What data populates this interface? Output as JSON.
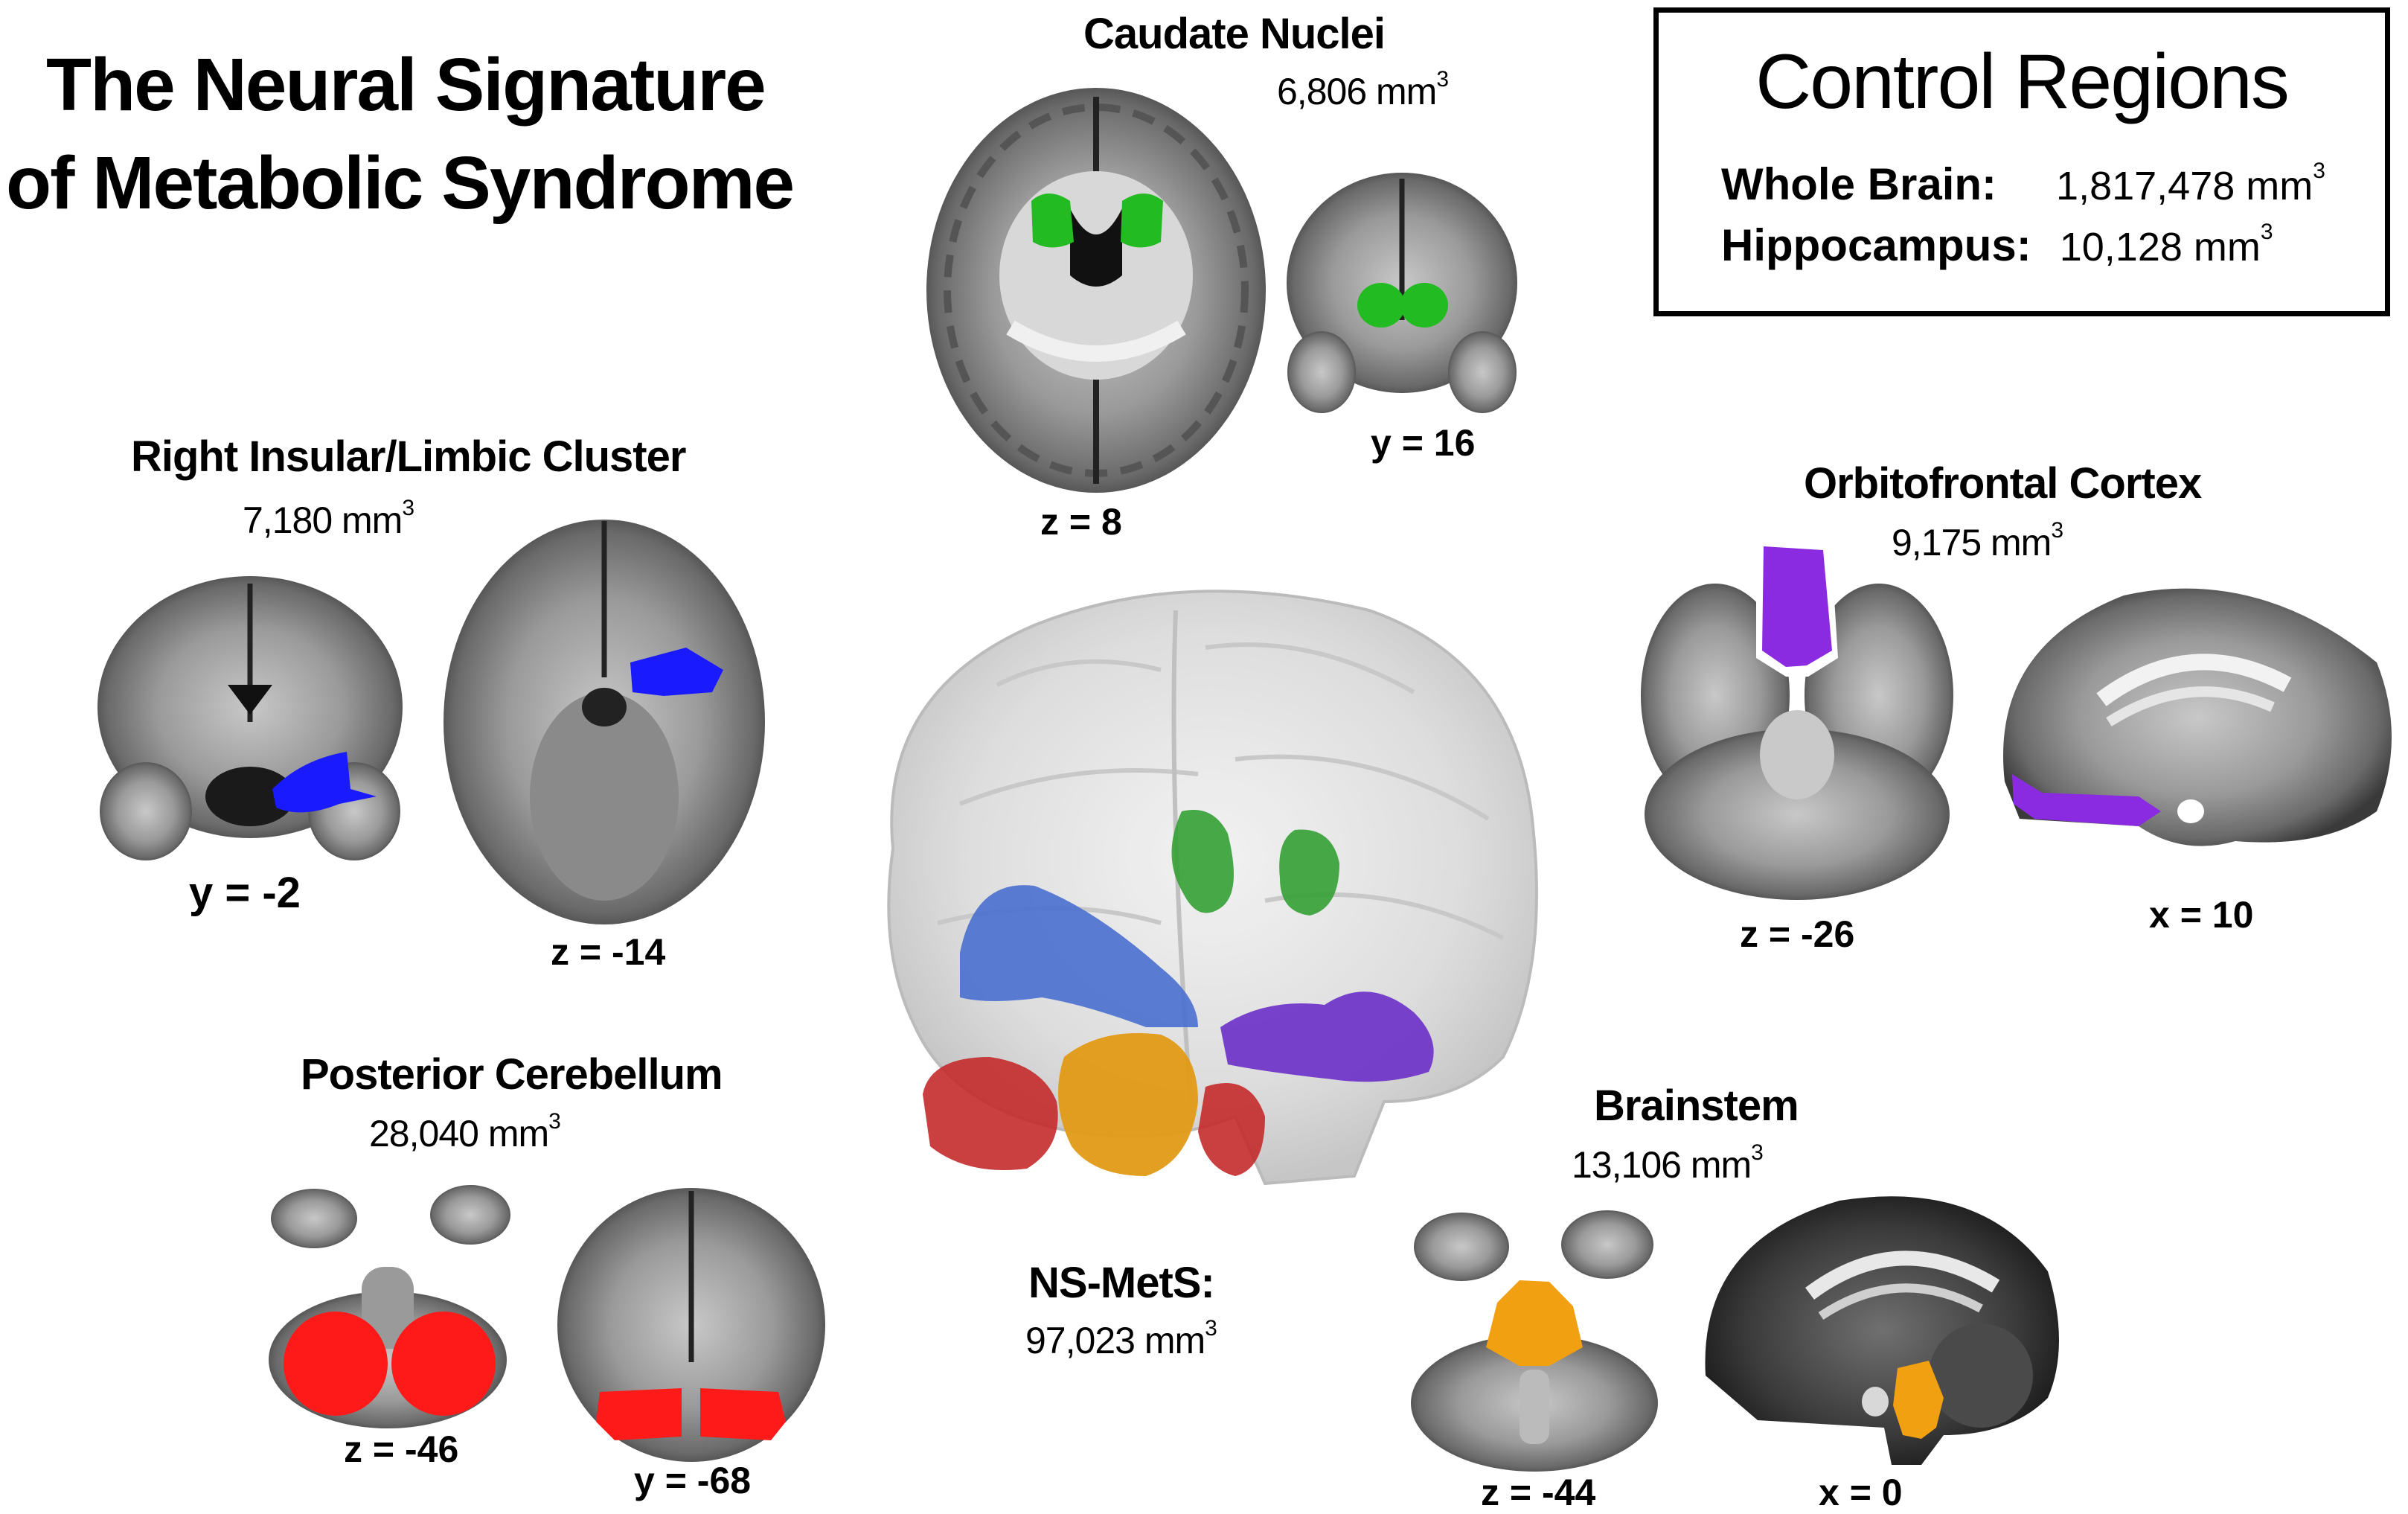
{
  "title_line1": "The Neural Signature",
  "title_line2": "of Metabolic Syndrome",
  "control": {
    "title": "Control Regions",
    "whole_brain_label": "Whole Brain:",
    "whole_brain_value": "1,817,478 mm",
    "hippocampus_label": "Hippocampus:",
    "hippocampus_value": "10,128 mm",
    "unit_exp": "3"
  },
  "caudate": {
    "title": "Caudate Nuclei",
    "volume": "6,806 mm",
    "coord_axial": "z = 8",
    "coord_coronal": "y = 16",
    "color": "#22bb22"
  },
  "insular": {
    "title": "Right Insular/Limbic Cluster",
    "volume": "7,180 mm",
    "coord_coronal": "y = -2",
    "coord_axial": "z = -14",
    "color": "#1a1aff"
  },
  "orbitofrontal": {
    "title": "Orbitofrontal Cortex",
    "volume": "9,175 mm",
    "coord_axial": "z = -26",
    "coord_sagittal": "x = 10",
    "color": "#8a2be2"
  },
  "cerebellum": {
    "title": "Posterior Cerebellum",
    "volume": "28,040 mm",
    "coord_axial": "z = -46",
    "coord_coronal": "y = -68",
    "color": "#ff1a1a"
  },
  "brainstem": {
    "title": "Brainstem",
    "volume": "13,106 mm",
    "coord_axial": "z = -44",
    "coord_sagittal": "x = 0",
    "color": "#f0a010"
  },
  "nsmets": {
    "title": "NS-MetS:",
    "volume": "97,023 mm"
  },
  "unit_exp": "3"
}
